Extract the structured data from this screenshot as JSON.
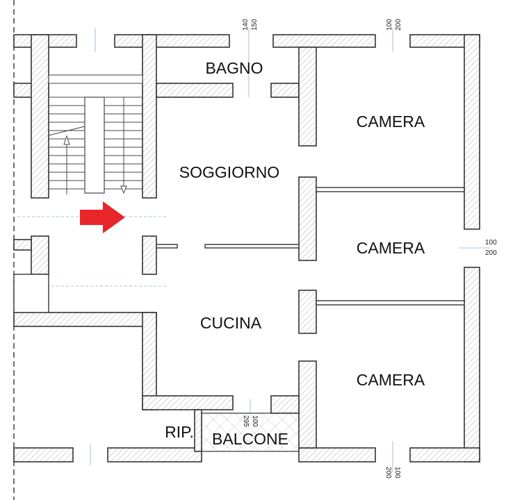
{
  "plan": {
    "rooms": {
      "bagno": "BAGNO",
      "camera_top": "CAMERA",
      "soggiorno": "SOGGIORNO",
      "camera_middle": "CAMERA",
      "cucina": "CUCINA",
      "camera_bottom": "CAMERA",
      "ripostiglio": "RIP.",
      "balcone": "BALCONE"
    },
    "dimensions": {
      "top_window_bagno": [
        "140",
        "150"
      ],
      "top_window_camera": [
        "100",
        "200"
      ],
      "right_window_camera": [
        "100",
        "200"
      ],
      "balcony_door": [
        "100",
        "295"
      ],
      "bottom_window_camera": [
        "100",
        "200"
      ]
    },
    "colors": {
      "arrow": "#e8262a",
      "walls": "#333333",
      "axis": "#8fb3c9"
    },
    "icons": {
      "entrance_arrow": "red-arrow-right"
    }
  }
}
